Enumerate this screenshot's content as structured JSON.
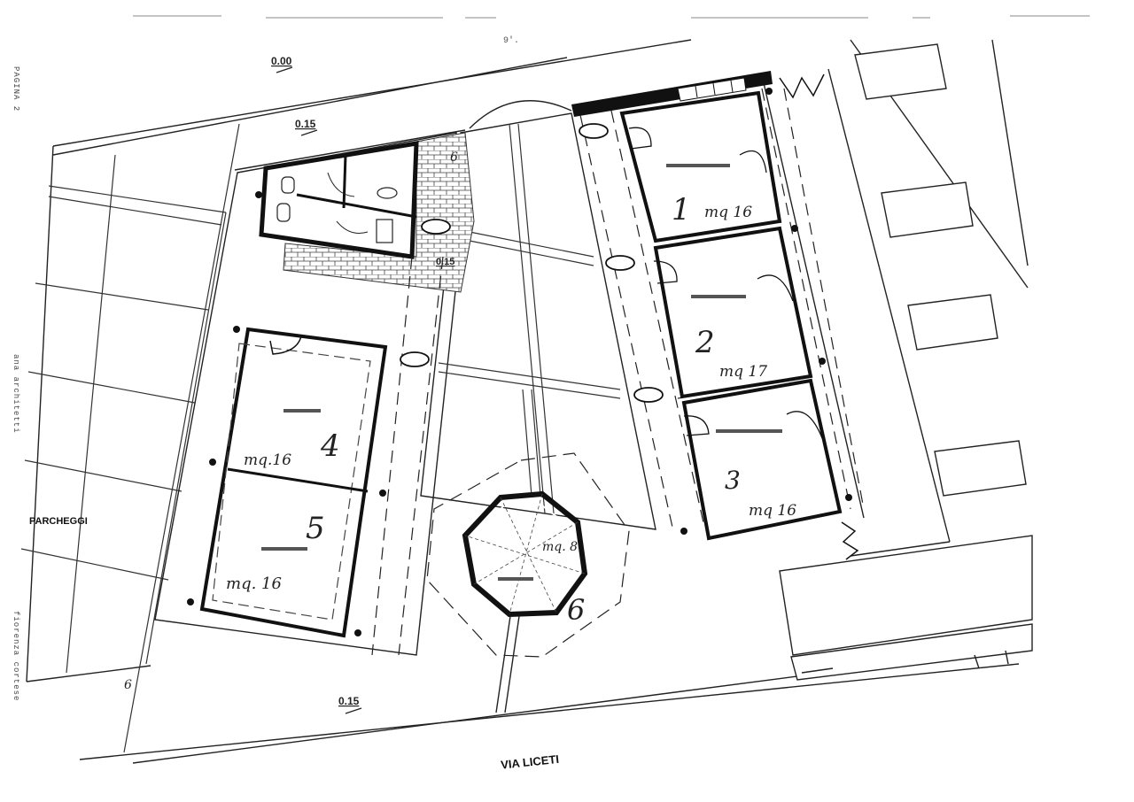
{
  "header_mark": "9'.",
  "margin_notes": {
    "page": "PAGINA 2",
    "line1": "ana architetti",
    "line2": "fiorenza cortese"
  },
  "levels": {
    "top": "0.00",
    "upper": "0.15",
    "court": "0.15",
    "bottom": "0.15"
  },
  "street": "VIA LICETI",
  "parking": "PARCHEGGI",
  "units": [
    {
      "number": "1",
      "area": "mq 16"
    },
    {
      "number": "2",
      "area": "mq 17"
    },
    {
      "number": "3",
      "area": "mq 16"
    },
    {
      "number": "4",
      "area": "mq.16"
    },
    {
      "number": "5",
      "area": "mq. 16"
    },
    {
      "number": "6",
      "area": "mq. 8"
    }
  ],
  "small_numbers": {
    "a": "6",
    "b": "6"
  }
}
